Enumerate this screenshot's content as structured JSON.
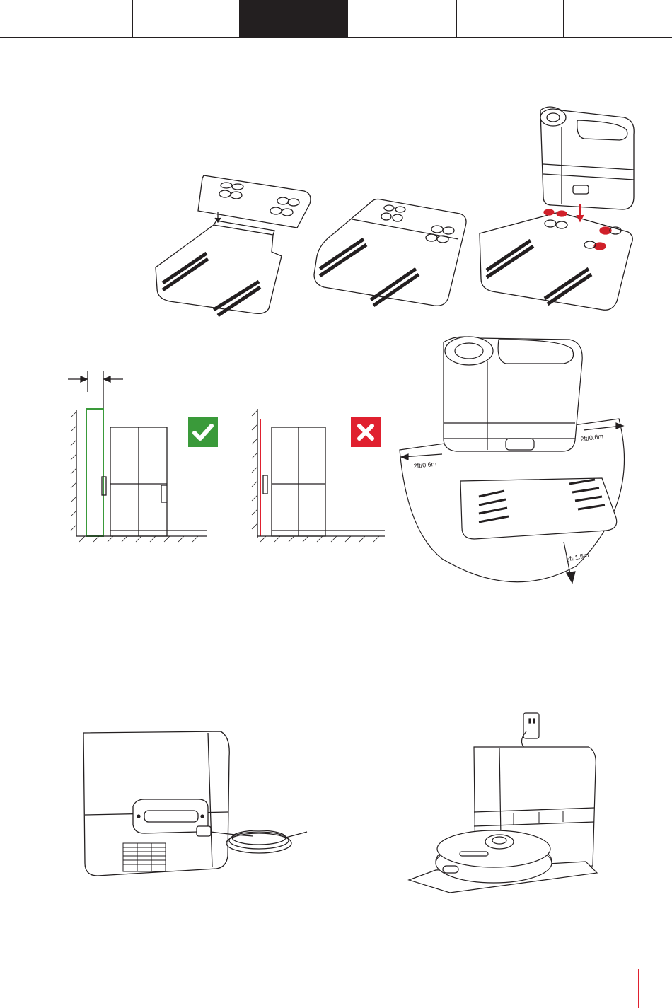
{
  "tabs": [
    {
      "id": "tab-1",
      "active": false
    },
    {
      "id": "tab-2",
      "active": false
    },
    {
      "id": "tab-3",
      "active": true
    },
    {
      "id": "tab-4",
      "active": false
    },
    {
      "id": "tab-5",
      "active": false
    },
    {
      "id": "tab-6",
      "active": false
    }
  ],
  "colors": {
    "ink": "#231f20",
    "ok": "#3a9a3a",
    "no": "#e0202f",
    "accent": "#e0202f",
    "marker": "#d0202a"
  },
  "icons": {
    "ok": "check-icon",
    "no": "cross-icon"
  },
  "dimensions": {
    "side_left": "2ft/0.6m",
    "side_right": "2ft/0.6m",
    "front": "5ft/1.5m"
  }
}
